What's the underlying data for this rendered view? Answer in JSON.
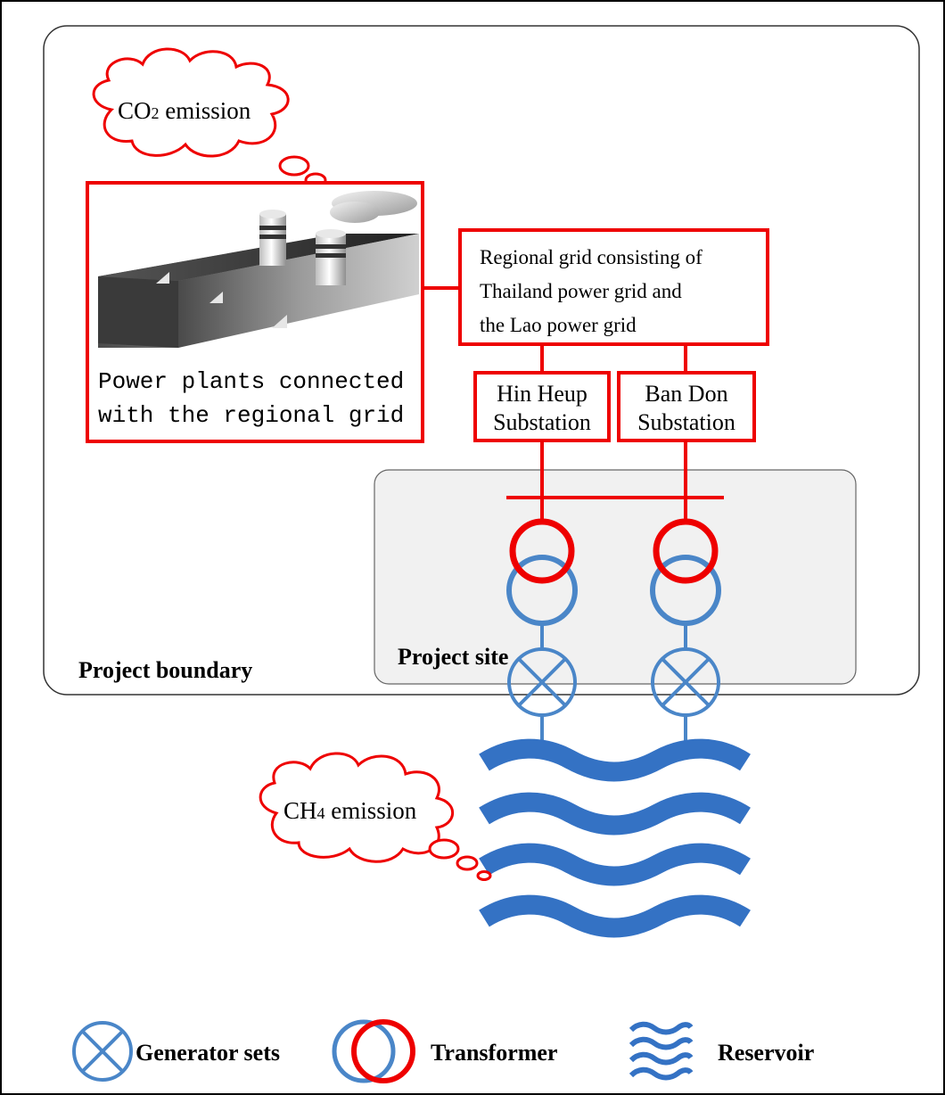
{
  "boundary": {
    "label": "Project boundary"
  },
  "site": {
    "label": "Project site"
  },
  "clouds": {
    "co2": {
      "main": "CO",
      "sub": "2",
      "rest": " emission"
    },
    "ch4": {
      "main": "CH",
      "sub": "4",
      "rest": " emission"
    }
  },
  "power_plants": {
    "line1": "Power plants connected",
    "line2": "with the regional grid"
  },
  "regional_grid": {
    "line1": "Regional grid consisting of",
    "line2": "Thailand power grid and",
    "line3": "the Lao power grid"
  },
  "substations": [
    {
      "line1": "Hin Heup",
      "line2": "Substation"
    },
    {
      "line1": "Ban Don",
      "line2": "Substation"
    }
  ],
  "legend": {
    "generator": "Generator sets",
    "transformer": "Transformer",
    "reservoir": "Reservoir"
  },
  "colors": {
    "red": "#ee0000",
    "blue": "#4a86c8",
    "wave_blue": "#3472c4",
    "site_fill": "#f1f1f1"
  }
}
